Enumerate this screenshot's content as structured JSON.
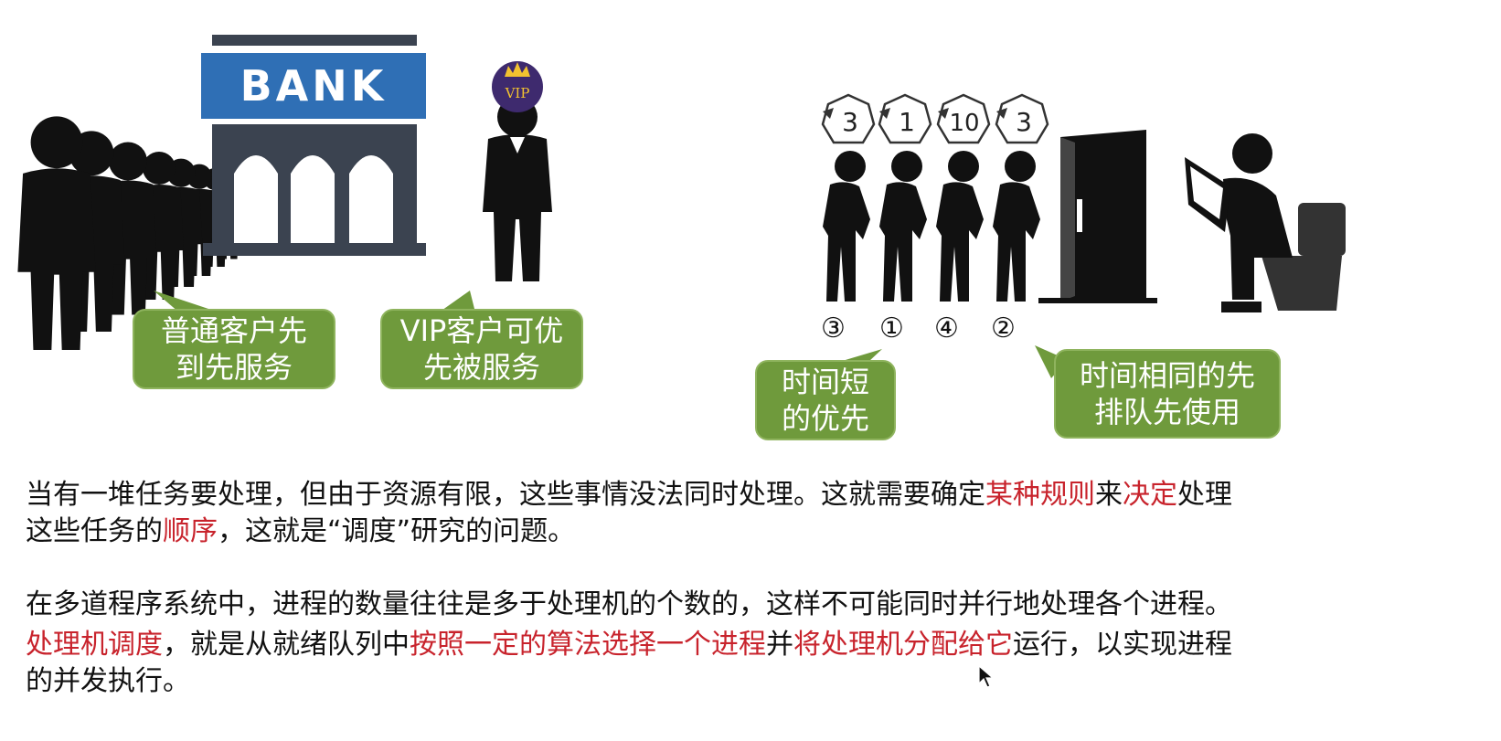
{
  "bank_scene": {
    "bank_sign": "BANK",
    "vip_badge": "VIP",
    "bubble_normal": [
      "普通客户先",
      "到先服务"
    ],
    "bubble_vip": [
      "VIP客户可优",
      "先被服务"
    ]
  },
  "restroom_scene": {
    "wait_times": [
      "3",
      "1",
      "10",
      "3"
    ],
    "order_marks": [
      "③",
      "①",
      "④",
      "②"
    ],
    "bubble_short": [
      "时间短",
      "的优先"
    ],
    "bubble_same": [
      "时间相同的先",
      "排队先使用"
    ]
  },
  "paragraph1": {
    "s1": "当有一堆任务要处理，但由于资源有限，这些事情没法同时处理。这就需要确定",
    "h1": "某种规则",
    "s2": "来",
    "h2": "决定",
    "s3": "处理",
    "s4": "这些任务的",
    "h3": "顺序",
    "s5": "，这就是“调度”研究的问题。"
  },
  "paragraph2": {
    "line1": "在多道程序系统中，进程的数量往往是多于处理机的个数的，这样不可能同时并行地处理各个进程。",
    "h1": "处理机调度",
    "s1": "，就是从就绪队列中",
    "h2": "按照一定的算法选择一个进程",
    "s2": "并",
    "h3": "将处理机分配给它",
    "s3": "运行，以实现进程",
    "line3": "的并发执行。"
  },
  "colors": {
    "bubble_green": "#6f9a3c",
    "highlight_red": "#c8232c",
    "bank_blue": "#2f6fb5",
    "bank_gray": "#3b4350"
  }
}
